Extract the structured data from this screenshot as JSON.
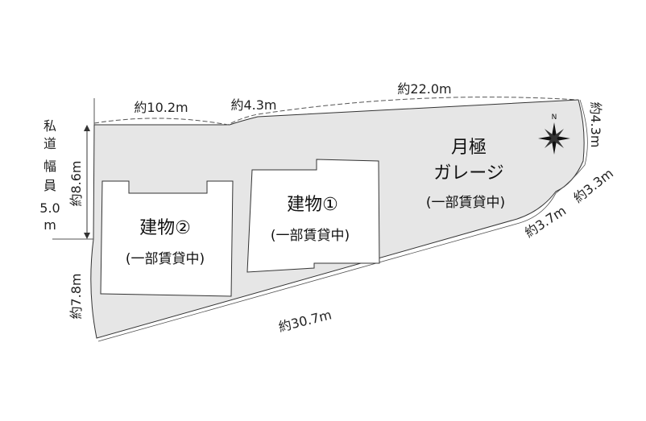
{
  "colors": {
    "lot_fill": "#e6e6e6",
    "building_fill": "#ffffff",
    "line": "#333333"
  },
  "road": {
    "chars": [
      "私",
      "道",
      "幅",
      "員",
      "5.0",
      "m"
    ]
  },
  "dimensions": {
    "top_left": "約10.2m",
    "top_mid": "約4.3m",
    "top_right": "約22.0m",
    "right_top": "約4.3m",
    "right_mid": "約3.3m",
    "right_low": "約3.7m",
    "bottom": "約30.7m",
    "left_upper": "約8.6m",
    "left_lower": "約7.8m"
  },
  "building1": {
    "title": "建物①",
    "note": "(一部賃貸中)"
  },
  "building2": {
    "title": "建物②",
    "note": "(一部賃貸中)"
  },
  "garage": {
    "line1": "月極",
    "line2": "ガレージ",
    "note": "(一部賃貸中)"
  },
  "compass": {
    "label": "N"
  }
}
